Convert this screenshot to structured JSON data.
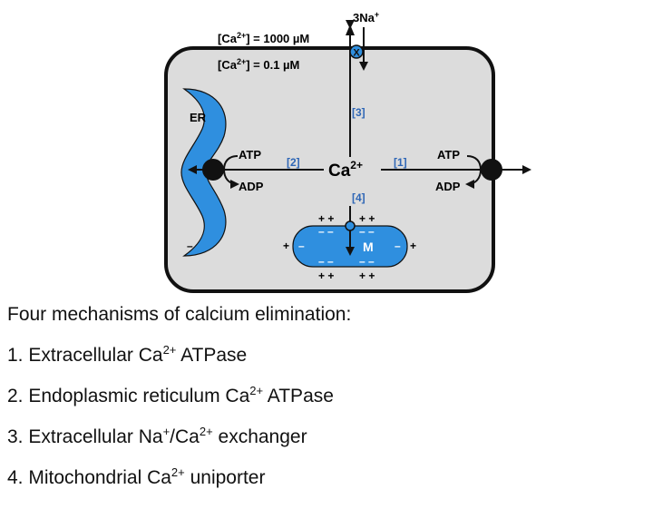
{
  "diagram": {
    "extracellular_conc": {
      "prefix": "[Ca",
      "sup": "2+",
      "suffix": "] = 1000 µM"
    },
    "intracellular_conc": {
      "prefix": "[Ca",
      "sup": "2+",
      "suffix": "] = 0.1 µM"
    },
    "sodium_label": {
      "num": "3Na",
      "sup": "+"
    },
    "exchanger_symbol": "X",
    "er_label": "ER",
    "center_ion": {
      "base": "Ca",
      "sup": "2+"
    },
    "mechanism_tags": [
      "[1]",
      "[2]",
      "[3]",
      "[4]"
    ],
    "left_pump": {
      "atp": "ATP",
      "adp": "ADP"
    },
    "right_pump": {
      "atp": "ATP",
      "adp": "ADP"
    },
    "mito_label": "M",
    "charges": {
      "plus_pair": "+ +",
      "plus": "+",
      "minus_pair": "– –",
      "minus": "–"
    },
    "colors": {
      "cell_fill": "#dcdcdc",
      "cell_stroke": "#111111",
      "organelle": "#2f8fdf",
      "tag_blue": "#2f67b6"
    }
  },
  "caption": {
    "heading": "Four mechanisms of calcium elimination:",
    "items": [
      {
        "pre": "1. Extracellular Ca",
        "sup": "2+",
        "post": " ATPase"
      },
      {
        "pre": "2. Endoplasmic reticulum Ca",
        "sup": "2+",
        "post": " ATPase"
      },
      {
        "pre": "3. Extracellular Na",
        "sup": "+",
        "mid": "/Ca",
        "sup2": "2+",
        "post": " exchanger"
      },
      {
        "pre": "4. Mitochondrial Ca",
        "sup": "2+",
        "post": " uniporter"
      }
    ]
  }
}
